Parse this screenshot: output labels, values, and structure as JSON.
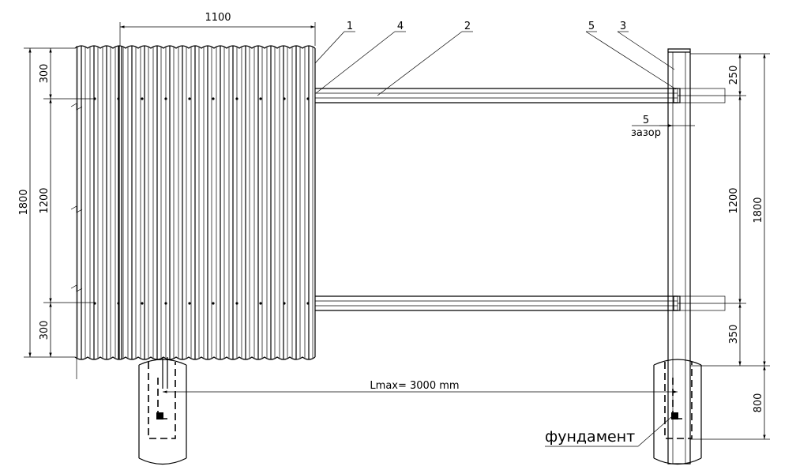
{
  "dimensions": {
    "sheet_width": "1100",
    "left_total_height": "1800",
    "left_top_offset": "300",
    "left_middle": "1200",
    "left_bottom_offset": "300",
    "right_top": "250",
    "right_middle": "1200",
    "right_bottom": "350",
    "right_total": "1800",
    "foundation_depth": "800",
    "gap_value": "5",
    "gap_label": "зазор",
    "span_label": "Lmax= 3000 mm"
  },
  "callouts": [
    "1",
    "4",
    "2",
    "5",
    "3"
  ],
  "foundation_label": "фундамент"
}
